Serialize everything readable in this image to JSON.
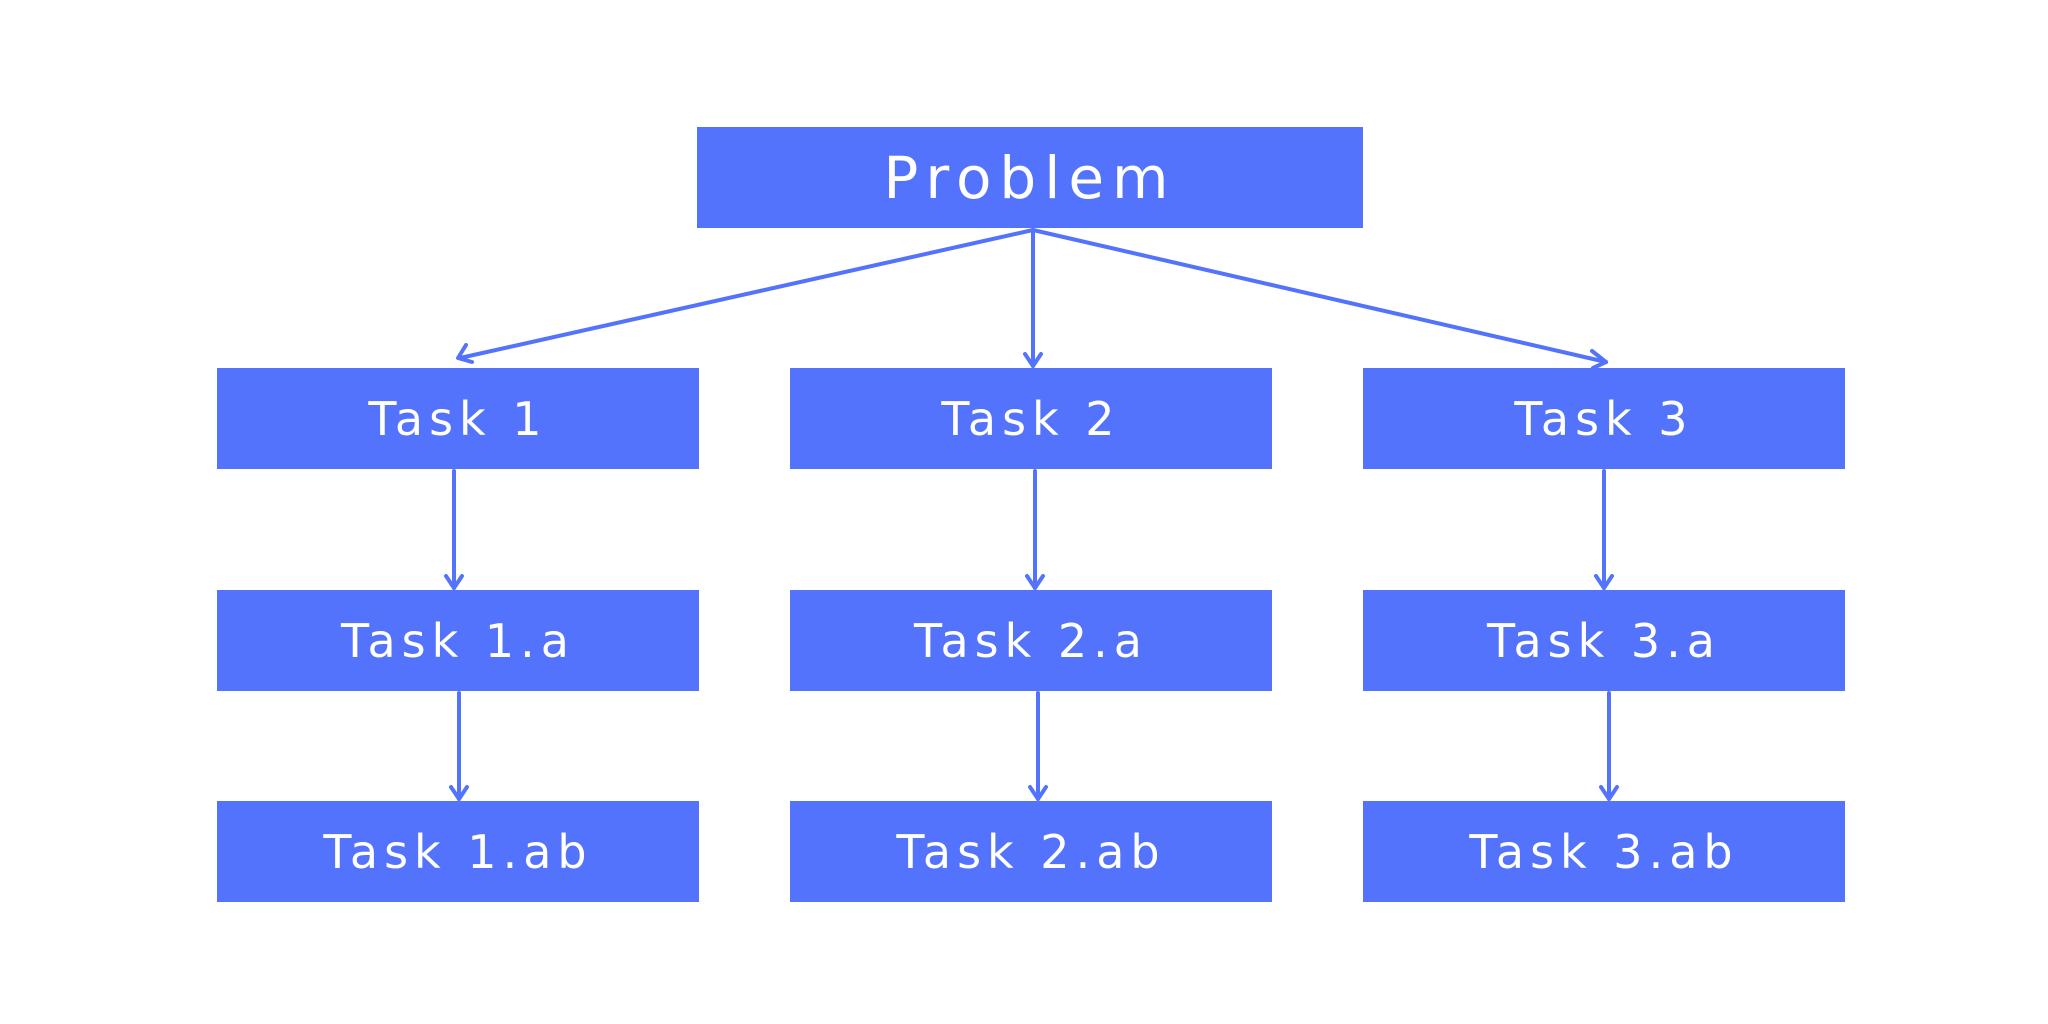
{
  "colors": {
    "box": "#5473fc",
    "text": "#ffffff",
    "connector": "#5473fc",
    "background": "#ffffff"
  },
  "root": {
    "label": "Problem"
  },
  "tasks": [
    {
      "label": "Task 1",
      "sub": "Task 1.a",
      "subsub": "Task 1.ab"
    },
    {
      "label": "Task 2",
      "sub": "Task 2.a",
      "subsub": "Task 2.ab"
    },
    {
      "label": "Task 3",
      "sub": "Task 3.a",
      "subsub": "Task 3.ab"
    }
  ]
}
